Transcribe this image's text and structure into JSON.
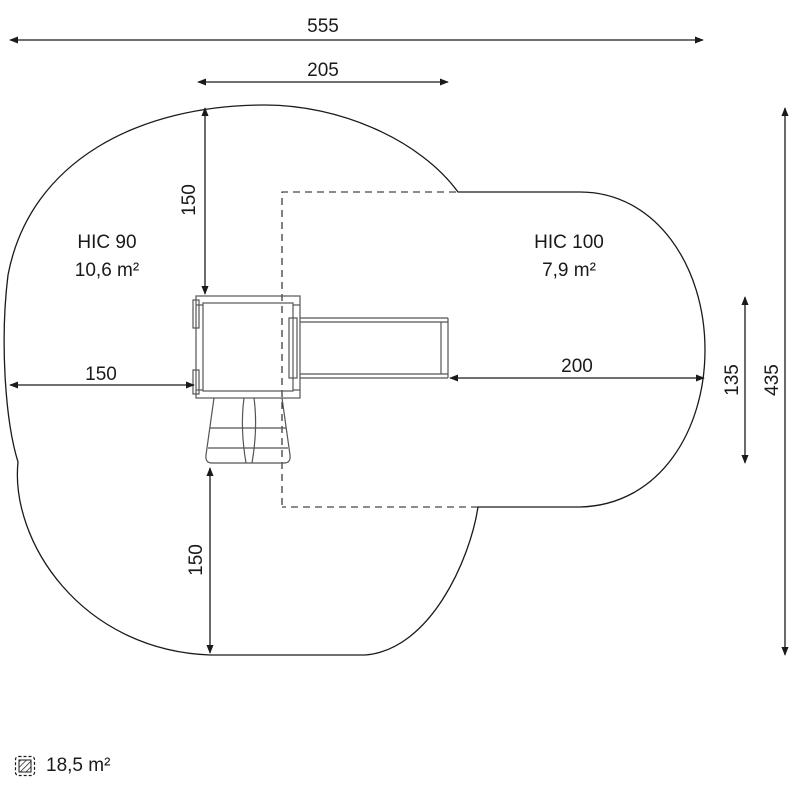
{
  "dimensions": {
    "overall_width": "555",
    "platform_width": "205",
    "left_top_height": "150",
    "left_side_width": "150",
    "left_bottom_height": "150",
    "slide_right_width": "200",
    "slide_zone_height": "135",
    "overall_height": "435"
  },
  "zones": {
    "left": {
      "hic": "HIC 90",
      "area": "10,6 m²"
    },
    "right": {
      "hic": "HIC 100",
      "area": "7,9 m²"
    }
  },
  "legend": {
    "icon": "hatched-surface-icon",
    "total_area": "18,5 m²"
  },
  "colors": {
    "line": "#1a1a1a",
    "equipment": "#555555"
  }
}
